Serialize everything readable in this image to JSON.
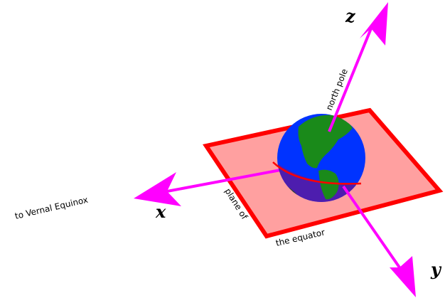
{
  "axes": {
    "x": {
      "letter": "x",
      "caption": "to Vernal Equinox"
    },
    "y": {
      "letter": "y"
    },
    "z": {
      "letter": "z",
      "caption": "north pole"
    }
  },
  "plane": {
    "caption_line1": "plane of",
    "caption_line2": "the equator"
  },
  "colors": {
    "axis": "#ff00ff",
    "plane_fill": "#ffa0a0",
    "plane_edge": "#ff0000",
    "ocean": "#0033ff",
    "land": "#1a8a1a",
    "shadow": "#5a1aa0"
  }
}
